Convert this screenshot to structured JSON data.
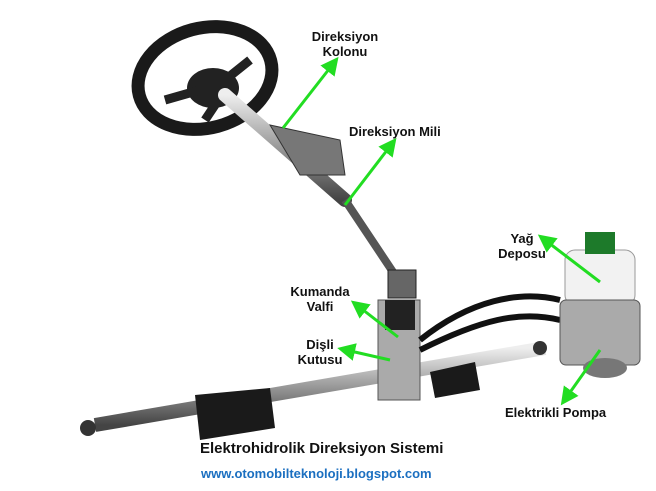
{
  "labels": {
    "direksiyon_kolonu": [
      "Direksiyon",
      "Kolonu"
    ],
    "direksiyon_mili": "Direksiyon Mili",
    "yag_deposu": [
      "Yağ",
      "Deposu"
    ],
    "kumanda_valfi": [
      "Kumanda",
      "Valfi"
    ],
    "disli_kutusu": [
      "Dişli",
      "Kutusu"
    ],
    "elektrikli_pompa": "Elektrikli Pompa"
  },
  "title": "Elektrohidrolik Direksiyon Sistemi",
  "url": "www.otomobilteknoloji.blogspot.com",
  "colors": {
    "arrow": "#22dd22",
    "url": "#1b6fc0"
  }
}
